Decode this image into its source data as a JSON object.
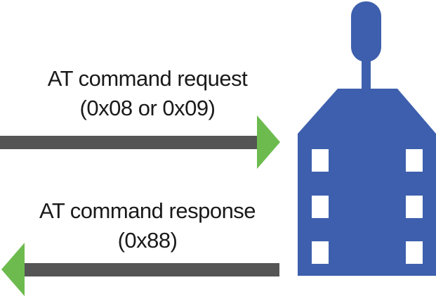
{
  "diagram": {
    "request": {
      "line1": "AT command request",
      "line2": "(0x08 or 0x09)"
    },
    "response": {
      "line1": "AT command response",
      "line2": "(0x88)"
    },
    "colors": {
      "arrow_shaft": "#555555",
      "arrow_head": "#6dbb4f",
      "device": "#3d5fad",
      "device_window": "#ffffff"
    },
    "icons": {
      "device": "radio-module-icon",
      "request_arrow": "arrow-right-icon",
      "response_arrow": "arrow-left-icon"
    }
  }
}
